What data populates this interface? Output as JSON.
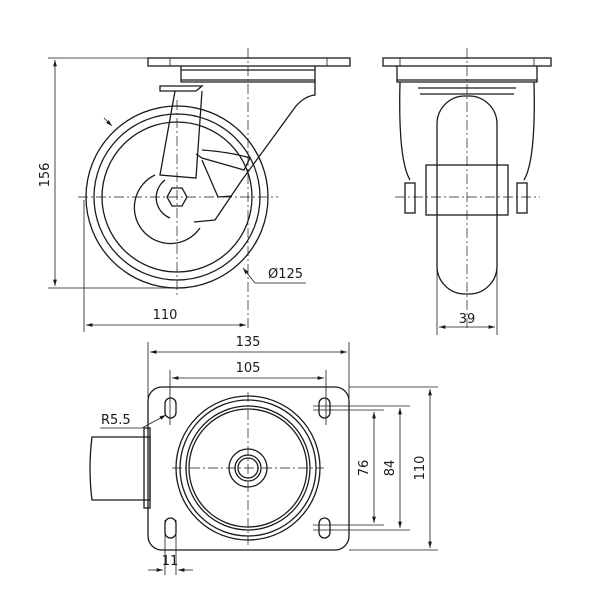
{
  "drawing": {
    "title": "Swivel castor technical drawing",
    "dimensions": {
      "overall_height": "156",
      "offset": "110",
      "wheel_diameter": "Ø125",
      "wheel_width": "39",
      "plate_length": "135",
      "hole_spacing_length": "105",
      "plate_width": "110",
      "hole_spacing_width_outer": "84",
      "hole_spacing_width_inner": "76",
      "slot_radius": "R5.5",
      "slot_width": "11"
    },
    "line_color": "#1a1a1a"
  }
}
